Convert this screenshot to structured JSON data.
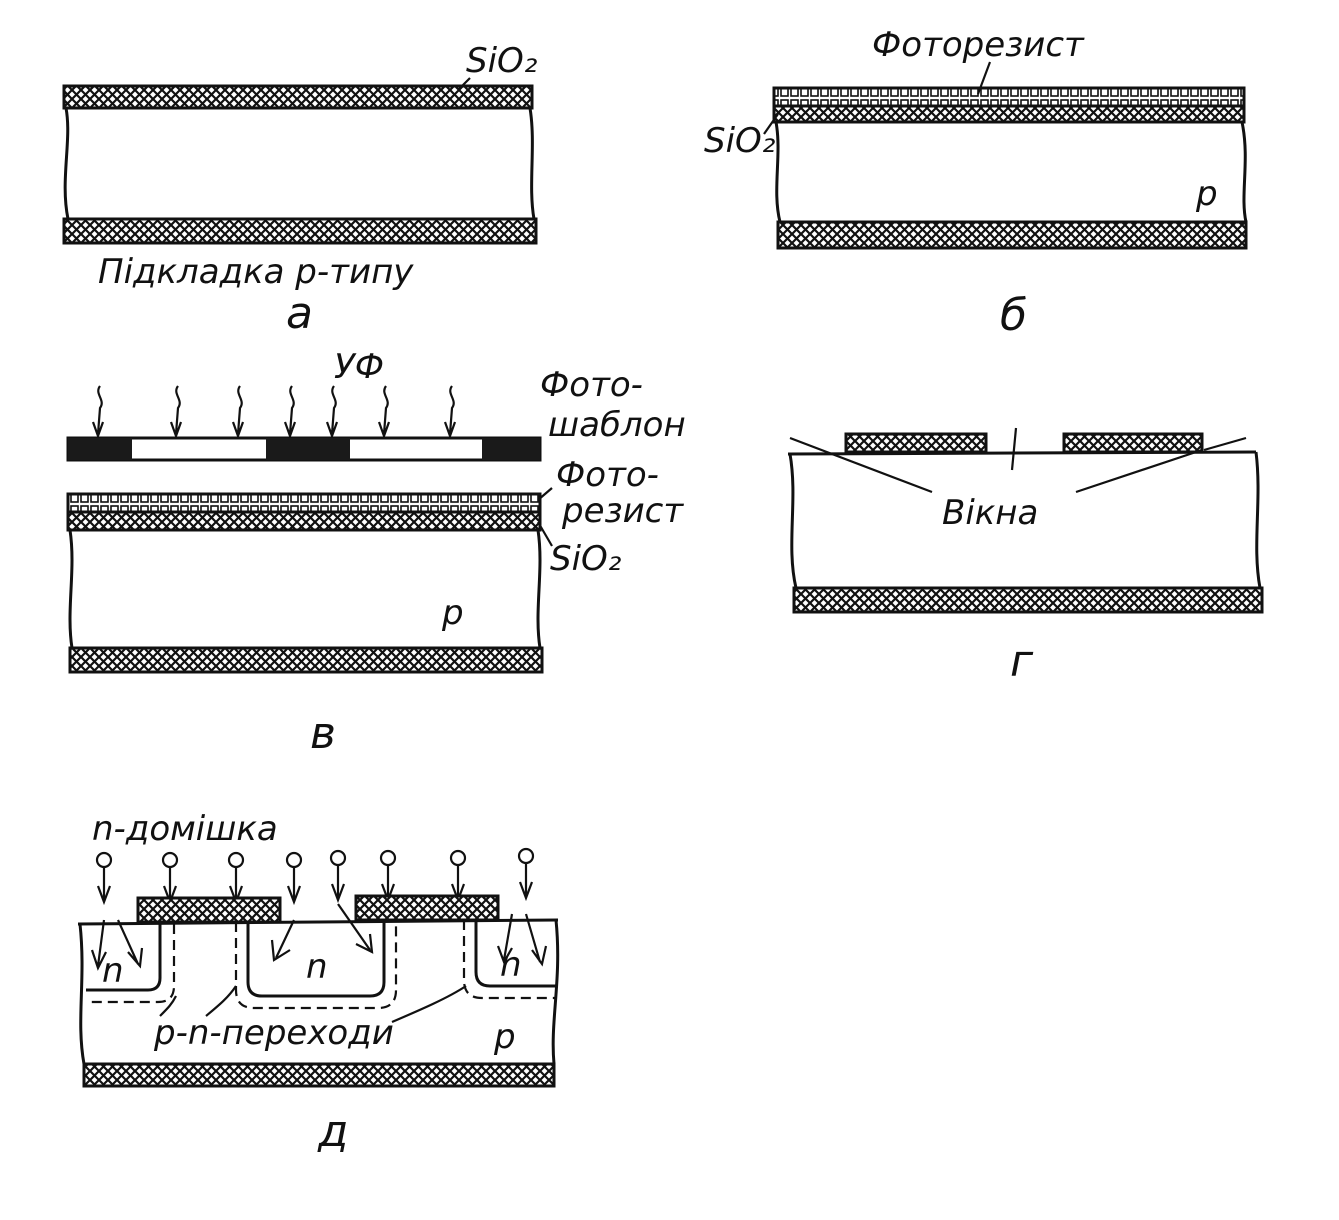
{
  "panels": {
    "a": {
      "caption": "а",
      "layer_label": "SiO₂",
      "substrate_label": "Підкладка p-типу"
    },
    "b": {
      "caption": "б",
      "photoresist_label": "Фоторезист",
      "oxide_label": "SiO₂",
      "substrate_type": "p"
    },
    "v": {
      "caption": "в",
      "uv_label": "УФ",
      "mask_label_1": "Фото-",
      "mask_label_2": "шаблон",
      "photoresist_label_1": "Фото-",
      "photoresist_label_2": "резист",
      "oxide_label": "SiO₂",
      "substrate_type": "p"
    },
    "g": {
      "caption": "г",
      "windows_label": "Вікна"
    },
    "d": {
      "caption": "д",
      "dopant_label": "n-домішка",
      "n_region_labels": [
        "n",
        "n",
        "n"
      ],
      "junction_label": "p-n-переходи",
      "substrate_type": "p"
    }
  },
  "colors": {
    "ink": "#111111",
    "paper": "#ffffff"
  }
}
